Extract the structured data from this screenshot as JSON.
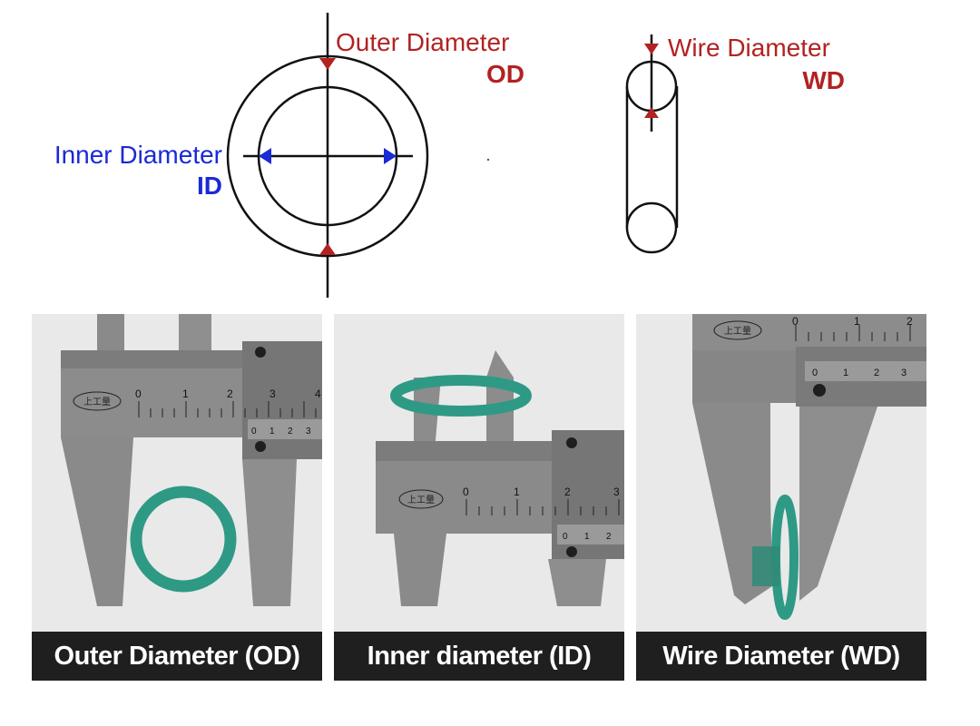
{
  "diagram": {
    "outer_label": "Outer Diameter",
    "outer_abbr": "OD",
    "inner_label": "Inner Diameter",
    "inner_abbr": "ID",
    "wire_label": "Wire Diameter",
    "wire_abbr": "WD",
    "colors": {
      "outer": "#b22222",
      "inner": "#1a2ad6",
      "wire": "#b22222",
      "line": "#111111"
    }
  },
  "photos": [
    {
      "caption": "Outer Diameter (OD)",
      "main_scale": [
        "0",
        "1",
        "2",
        "3",
        "4"
      ],
      "vernier_scale": [
        "0",
        "1",
        "2",
        "3"
      ],
      "brand": "上工量"
    },
    {
      "caption": "Inner diameter (ID)",
      "main_scale": [
        "0",
        "1",
        "2",
        "3"
      ],
      "vernier_scale": [
        "0",
        "1",
        "2"
      ],
      "brand": "上工量"
    },
    {
      "caption": "Wire Diameter (WD)",
      "main_scale": [
        "0",
        "1",
        "2"
      ],
      "vernier_scale": [
        "0",
        "1",
        "2",
        "3"
      ],
      "brand": "上工量"
    }
  ],
  "ring_color": "#2e9a85"
}
